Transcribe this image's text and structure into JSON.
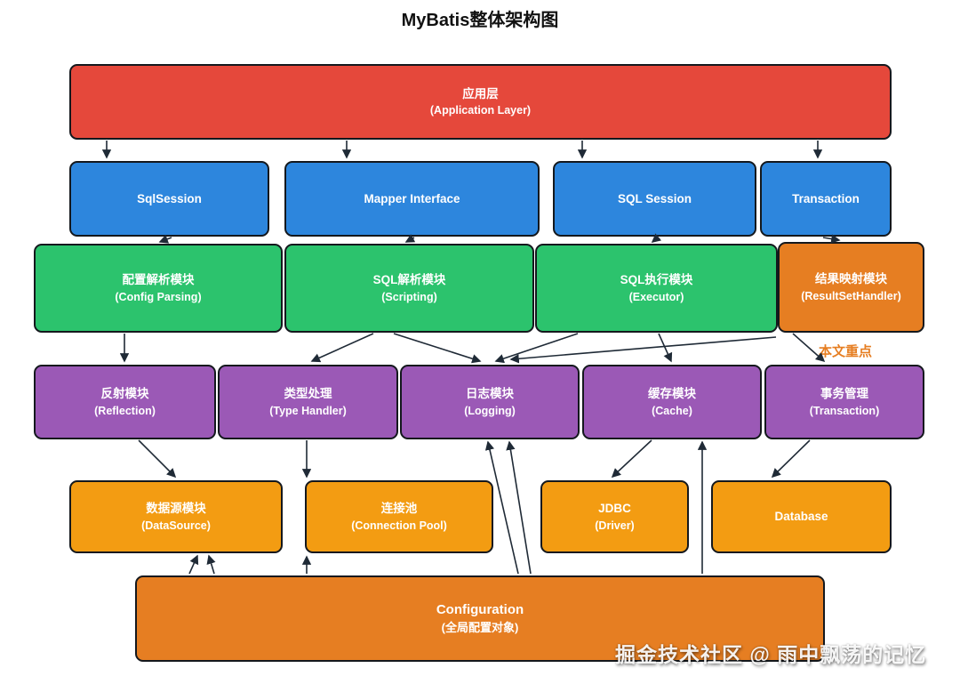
{
  "title": "MyBatis整体架构图",
  "annotation": "本文重点",
  "watermark": "掘金技术社区 @ 雨中飘荡的记忆",
  "colors": {
    "application_red": "#e5483b",
    "session_blue": "#2d86dd",
    "core_green": "#2cc36d",
    "highlight_orange": "#e67e22",
    "support_purple": "#9b59b6",
    "base_orange": "#f39c12",
    "arrow": "#1f2a36",
    "annotation_text": "#e67e22"
  },
  "boxes": {
    "app": {
      "line1": "应用层",
      "line2": "(Application Layer)"
    },
    "sqlsession": {
      "line1": "SqlSession"
    },
    "mapper": {
      "line1": "Mapper Interface"
    },
    "sqlsession2": {
      "line1": "SQL Session"
    },
    "transaction": {
      "line1": "Transaction"
    },
    "config_parsing": {
      "line1": "配置解析模块",
      "line2": "(Config Parsing)"
    },
    "scripting": {
      "line1": "SQL解析模块",
      "line2": "(Scripting)"
    },
    "executor": {
      "line1": "SQL执行模块",
      "line2": "(Executor)"
    },
    "resultset": {
      "line1": "结果映射模块",
      "line2": "(ResultSetHandler)"
    },
    "reflection": {
      "line1": "反射模块",
      "line2": "(Reflection)"
    },
    "typehandler": {
      "line1": "类型处理",
      "line2": "(Type Handler)"
    },
    "logging": {
      "line1": "日志模块",
      "line2": "(Logging)"
    },
    "cache": {
      "line1": "缓存模块",
      "line2": "(Cache)"
    },
    "tx_mgmt": {
      "line1": "事务管理",
      "line2": "(Transaction)"
    },
    "datasource": {
      "line1": "数据源模块",
      "line2": "(DataSource)"
    },
    "connection_pool": {
      "line1": "连接池",
      "line2": "(Connection Pool)"
    },
    "jdbc": {
      "line1": "JDBC",
      "line2": "(Driver)"
    },
    "database": {
      "line1": "Database"
    },
    "configuration": {
      "line1": "Configuration",
      "line2": "(全局配置对象)"
    }
  }
}
